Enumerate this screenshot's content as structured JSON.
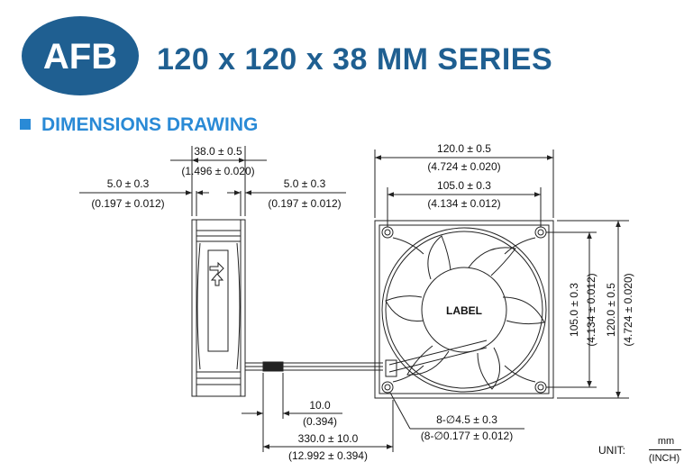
{
  "header": {
    "logo_text": "AFB",
    "series_title": "120 x 120 x 38 MM SERIES",
    "section_title": "DIMENSIONS DRAWING"
  },
  "colors": {
    "brand_dark": "#1f5f91",
    "brand_light": "#2a8ad6",
    "line": "#222222"
  },
  "dimensions": {
    "depth": {
      "mm": "38.0 ± 0.5",
      "inch": "(1.496 ± 0.020)"
    },
    "flange_left": {
      "mm": "5.0 ± 0.3",
      "inch": "(0.197 ± 0.012)"
    },
    "flange_right": {
      "mm": "5.0 ± 0.3",
      "inch": "(0.197 ± 0.012)"
    },
    "width": {
      "mm": "120.0 ± 0.5",
      "inch": "(4.724 ± 0.020)"
    },
    "hole_spacing": {
      "mm": "105.0 ± 0.3",
      "inch": "(4.134 ± 0.012)"
    },
    "height": {
      "mm": "120.0 ± 0.5",
      "inch": "(4.724 ± 0.020)"
    },
    "hole_spacing_vertical": {
      "mm": "105.0 ± 0.3",
      "inch": "(4.134 ± 0.012)"
    },
    "strip_length": {
      "mm": "10.0",
      "inch": "(0.394)"
    },
    "lead_length": {
      "mm": "330.0 ± 10.0",
      "inch": "(12.992 ± 0.394)"
    },
    "mount_holes": {
      "mm": "8-∅4.5 ± 0.3",
      "inch": "(8-∅0.177 ± 0.012)"
    }
  },
  "fan_label": "LABEL",
  "unit": {
    "label": "UNIT:",
    "numerator": "mm",
    "denominator": "(INCH)"
  }
}
